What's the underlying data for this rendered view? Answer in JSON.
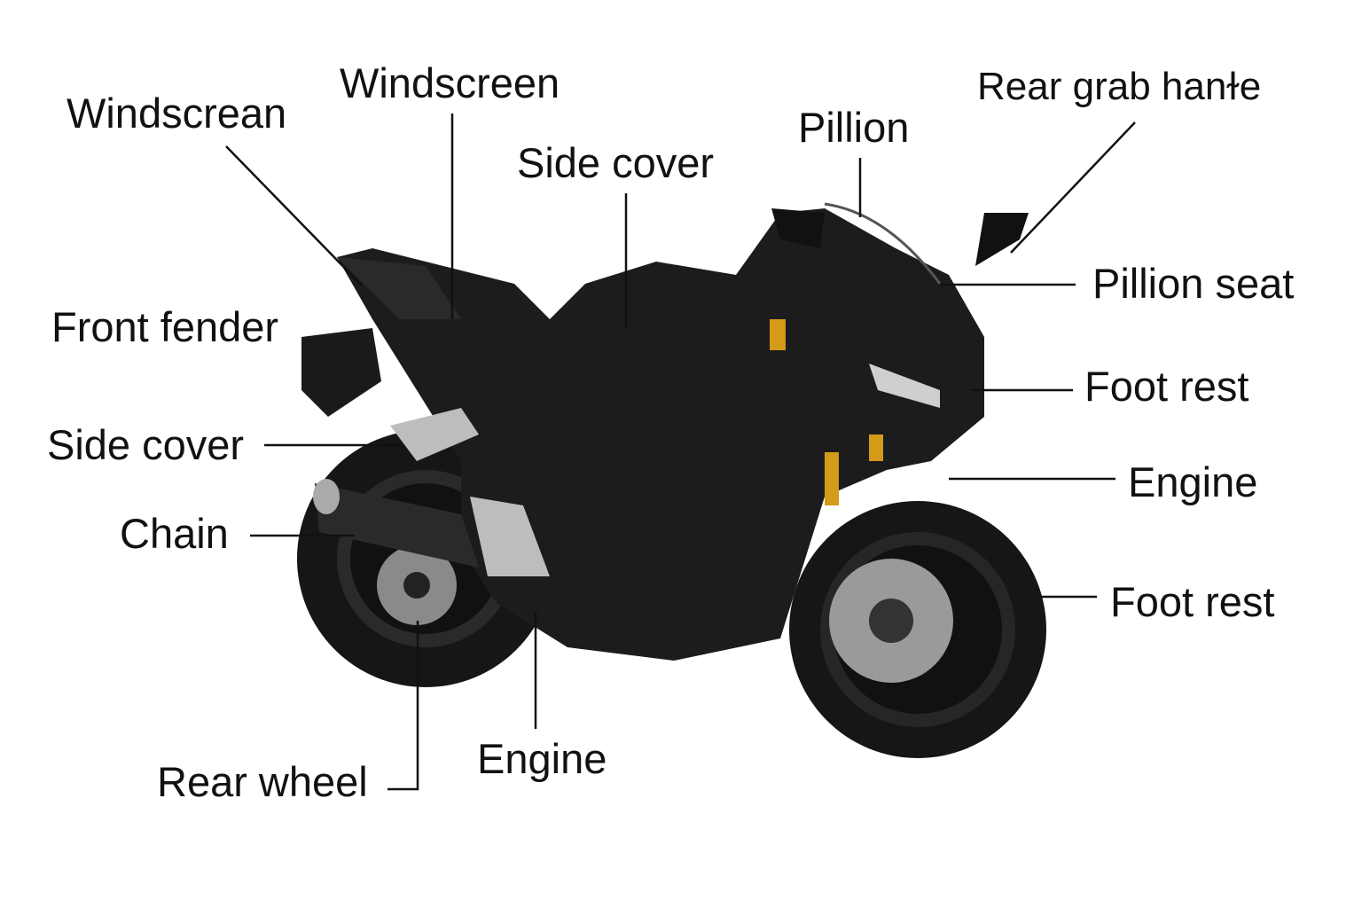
{
  "colors": {
    "body": "#1c1c1c",
    "tire": "#161616",
    "accent": "#d49a1a",
    "line": "#111111"
  },
  "labels": {
    "windscrean": "Windscrean",
    "windscreen": "Windscreen",
    "side_cover_top": "Side cover",
    "pillion": "Pillion",
    "rear_grab_handle": "Rear grab hanɫe",
    "pillion_seat": "Pillion seat",
    "front_fender": "Front fender",
    "foot_rest_top": "Foot rest",
    "side_cover_left": "Side cover",
    "engine_right": "Engine",
    "chain": "Chain",
    "foot_rest_bottom": "Foot rest",
    "rear_wheel": "Rear wheel",
    "engine_bottom": "Engine"
  }
}
